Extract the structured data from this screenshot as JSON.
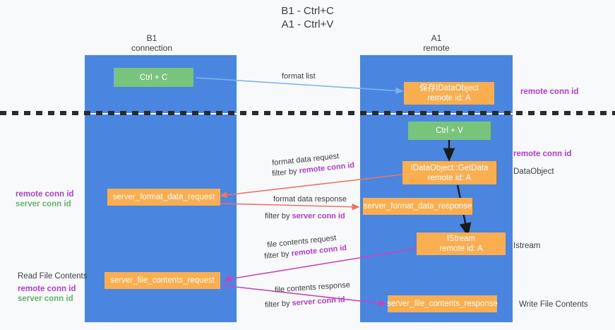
{
  "title": {
    "line1": "B1 - Ctrl+C",
    "line2": "A1 - Ctrl+V"
  },
  "columns": [
    {
      "name": "B1",
      "sub": "connection"
    },
    {
      "name": "A1",
      "sub": "remote"
    }
  ],
  "nodes": {
    "ctrl_c": {
      "label": "Ctrl + C",
      "color": "#79c47d"
    },
    "save_idataobject": {
      "label": "保存IDataObject",
      "sub": "remote id: A",
      "color": "#fbae4f"
    },
    "ctrl_v": {
      "label": "Ctrl + V",
      "color": "#79c47d"
    },
    "getdata": {
      "label": "IDataObject::GetData",
      "sub": "remote id: A",
      "color": "#fbae4f"
    },
    "fmt_req": {
      "label": "server_format_data_request",
      "color": "#fbae4f"
    },
    "fmt_resp": {
      "label": "server_format_data_response",
      "color": "#fbae4f"
    },
    "istream": {
      "label": "IStream",
      "sub": "remote id: A",
      "color": "#fbae4f"
    },
    "file_req": {
      "label": "server_file_contents_request",
      "color": "#fbae4f"
    },
    "file_resp": {
      "label": "server_file_contents_response",
      "color": "#fbae4f"
    }
  },
  "edge_labels": {
    "format_list": {
      "text": "format list"
    },
    "fmt_data_request": {
      "text": "format data request"
    },
    "fmt_data_req_filter": {
      "prefix": "filter by ",
      "key": "remote conn id"
    },
    "fmt_data_response": {
      "text": "format data response"
    },
    "fmt_data_resp_filter": {
      "prefix": "filter by ",
      "key": "server conn id"
    },
    "file_contents_request": {
      "text": "file contents request"
    },
    "file_req_filter": {
      "prefix": "filter by ",
      "key": "remote conn id"
    },
    "file_contents_response": {
      "text": "file contents response"
    },
    "file_resp_filter": {
      "prefix": "filter by ",
      "key": "server conn id"
    }
  },
  "annotations": {
    "right_remote_conn_top": "remote conn id",
    "right_remote_conn_mid": "remote conn id",
    "right_dataobject": "DataObject",
    "right_istream": "Istream",
    "right_write_file": "Write File Contents",
    "left_remote_conn": "remote conn id",
    "left_server_conn": "server conn id",
    "left_read_file": "Read File Contents",
    "left_remote_conn2": "remote conn id",
    "left_server_conn2": "server conn id"
  },
  "colors": {
    "lane": "#4a86e0",
    "green": "#79c47d",
    "orange": "#fbae4f",
    "purple": "#b23fd0",
    "green_text": "#63b76a",
    "arrow_blue": "#7eb3e8",
    "arrow_red": "#e8746a",
    "arrow_magenta": "#cc44bb",
    "arrow_black": "#1a1a1a",
    "background": "#f8f9fa",
    "divider": "#2b2b2b"
  }
}
